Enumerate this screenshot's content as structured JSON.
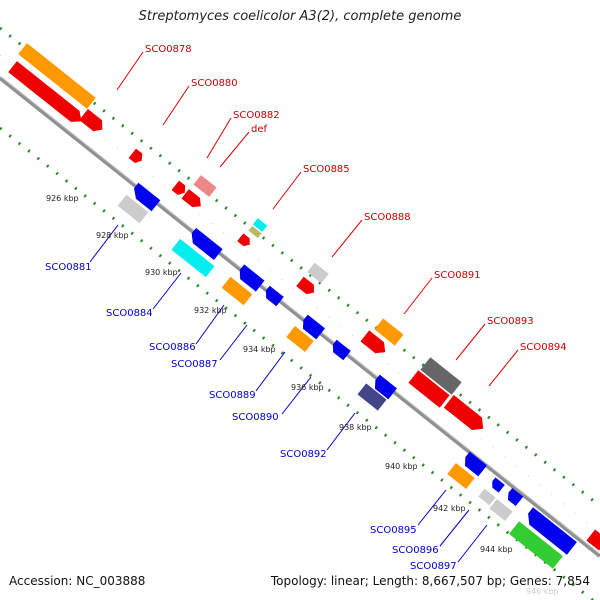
{
  "title": "Streptomyces coelicolor A3(2), complete genome",
  "footer": {
    "accession": "Accession: NC_003888",
    "stats": "Topology: linear; Length: 8,667,507 bp; Genes: 7,854"
  },
  "colors": {
    "backbone": "#909090",
    "dotted_track": "#2a8a2a",
    "forward_label": "#cc0000",
    "reverse_label": "#0000cc",
    "gene_red": "#ee0000",
    "gene_orange": "#ff9900",
    "gene_blue": "#0000ee",
    "gene_cyan": "#00eeee",
    "gene_gray": "#cccccc",
    "gene_darkgray": "#666666",
    "gene_pink": "#ee8888",
    "gene_navy": "#44448a",
    "gene_green": "#33cc33"
  },
  "scale_ticks": [
    "926 kbp",
    "928 kbp",
    "930 kbp",
    "932 kbp",
    "934 kbp",
    "936 kbp",
    "938 kbp",
    "940 kbp",
    "942 kbp",
    "944 kbp",
    "946 kbp"
  ],
  "forward_labels": [
    "SCO0878",
    "SCO0880",
    "SCO0882",
    "def",
    "SCO0885",
    "SCO0888",
    "SCO0891",
    "SCO0893",
    "SCO0894"
  ],
  "reverse_labels": [
    "SCO0881",
    "SCO0884",
    "SCO0886",
    "SCO0887",
    "SCO0889",
    "SCO0890",
    "SCO0892",
    "SCO0895",
    "SCO0896",
    "SCO0897"
  ]
}
